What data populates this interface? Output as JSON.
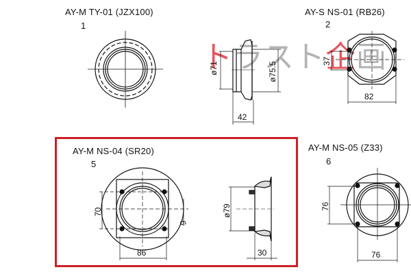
{
  "watermark": {
    "text": "トラスト企画",
    "colors": {
      "red": "#e23a44",
      "gray": "#9a9a9a"
    }
  },
  "highlight": {
    "color": "#cc1f25"
  },
  "parts": [
    {
      "title": "AY-M TY-01 (JZX100)",
      "index": "1",
      "dims": []
    },
    {
      "title": "AY-S NS-01 (RB26)",
      "index": "2",
      "dims": [
        "37",
        "82"
      ],
      "side_dims": [
        "ø71",
        "ø75.5",
        "42"
      ]
    },
    {
      "title": "AY-M NS-04 (SR20)",
      "index": "5",
      "dims": [
        "70",
        "6",
        "86"
      ],
      "side_dims": [
        "ø79",
        "30"
      ]
    },
    {
      "title": "AY-M NS-05 (Z33)",
      "index": "6",
      "dims": [
        "76",
        "76"
      ]
    }
  ]
}
